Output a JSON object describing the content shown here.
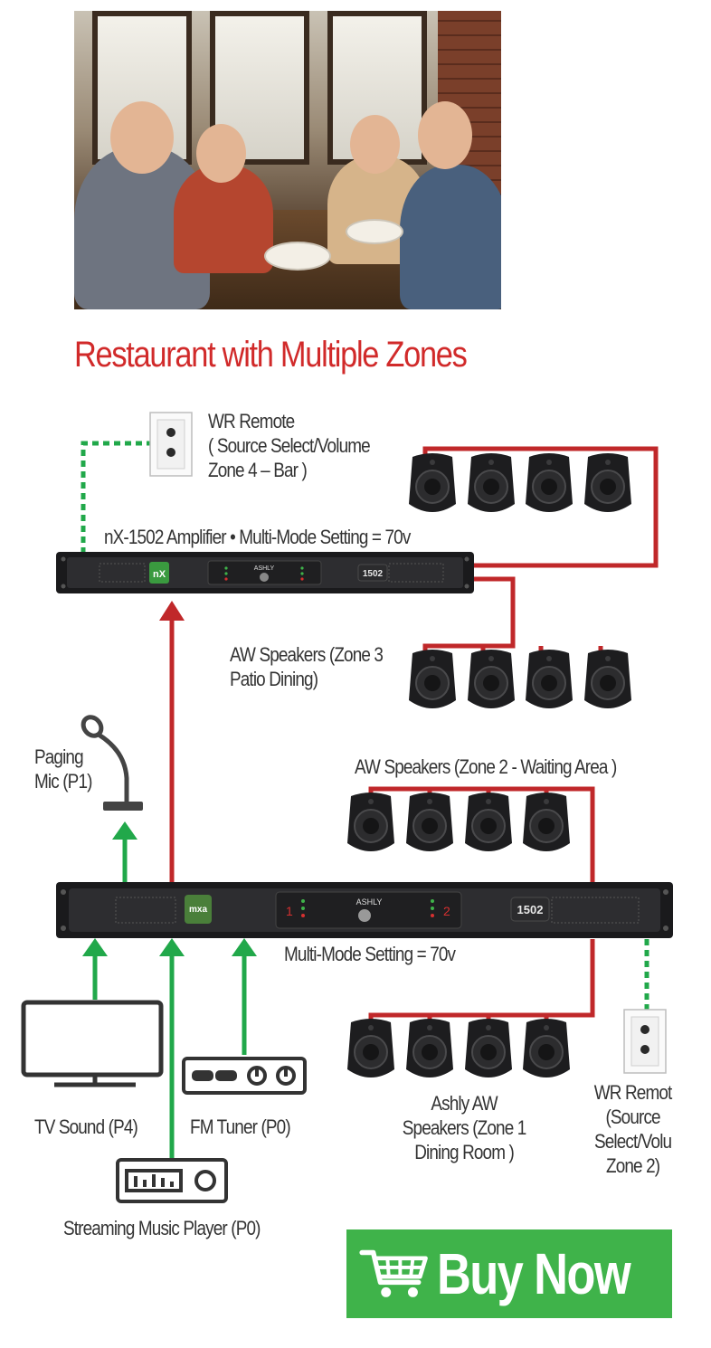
{
  "title": "Restaurant with Multiple Zones",
  "labels": {
    "wr_remote_top": [
      "WR Remote",
      "( Source Select/Volume",
      "Zone 4 – Bar )"
    ],
    "amplifier_top": "nX-1502 Amplifier  • Multi-Mode  Setting = 70v",
    "zone3": [
      "AW Speakers (Zone 3",
      "Patio Dining)"
    ],
    "paging_mic": [
      "Paging",
      "Mic (P1)"
    ],
    "zone2": "AW Speakers (Zone 2 - Waiting Area )",
    "amplifier_bottom": "Multi-Mode  Setting = 70v",
    "tv_sound": "TV Sound (P4)",
    "fm_tuner": "FM Tuner (P0)",
    "zone1": [
      "Ashly AW",
      "Speakers (Zone 1",
      "Dining Room )"
    ],
    "wr_remote_bottom": [
      "WR Remot",
      "(Source",
      "Select/Volu",
      "Zone 2)"
    ],
    "streaming": "Streaming Music Player (P0)"
  },
  "device_text": {
    "brand": "ASHLY",
    "model": "1502",
    "logo_top": "nX",
    "logo_bottom": "mxa"
  },
  "buy_now": "Buy Now",
  "colors": {
    "title": "#d12a2a",
    "speaker_wire": "#c0282a",
    "control_wire": "#21a84a",
    "button": "#3fb34a"
  }
}
